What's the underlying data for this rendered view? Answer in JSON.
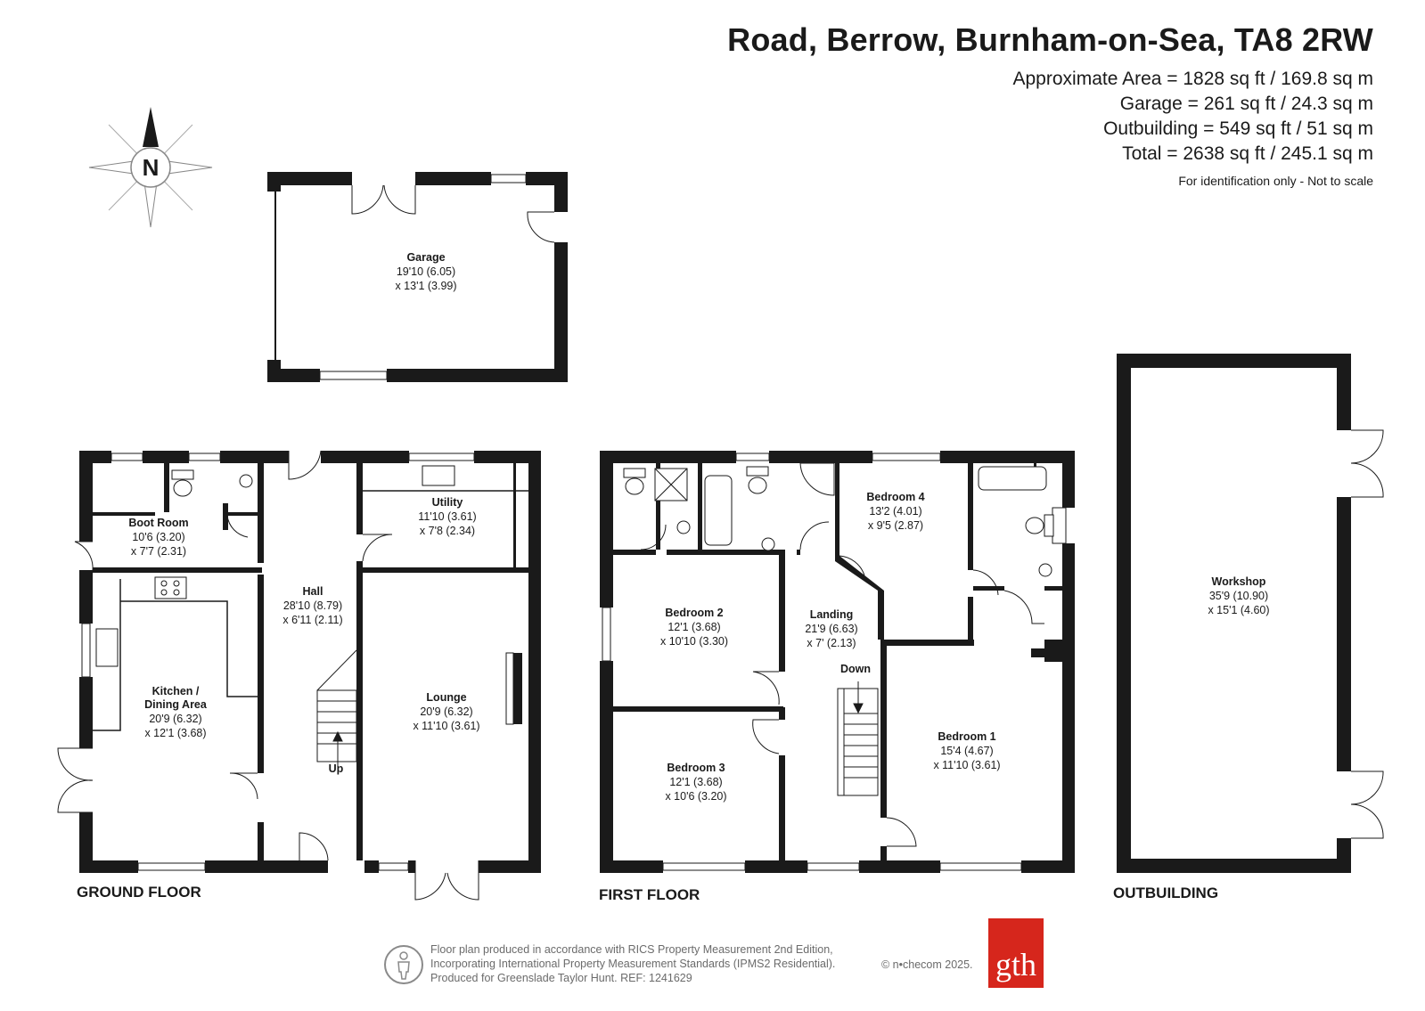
{
  "header": {
    "address": "Road, Berrow, Burnham-on-Sea, TA8 2RW",
    "areas": [
      "Approximate Area = 1828 sq ft / 169.8 sq m",
      "Garage = 261 sq ft / 24.3 sq m",
      "Outbuilding = 549 sq ft / 51 sq m",
      "Total = 2638 sq ft / 245.1 sq m"
    ],
    "note": "For identification only - Not to scale"
  },
  "compass": {
    "label": "N"
  },
  "floors": {
    "ground": "GROUND FLOOR",
    "first": "FIRST FLOOR",
    "outbuilding": "OUTBUILDING"
  },
  "rooms": {
    "garage": {
      "name": "Garage",
      "dim1": "19'10 (6.05)",
      "dim2": "x 13'1 (3.99)"
    },
    "boot_room": {
      "name": "Boot Room",
      "dim1": "10'6 (3.20)",
      "dim2": "x 7'7 (2.31)"
    },
    "hall": {
      "name": "Hall",
      "dim1": "28'10 (8.79)",
      "dim2": "x 6'11 (2.11)"
    },
    "utility": {
      "name": "Utility",
      "dim1": "11'10 (3.61)",
      "dim2": "x 7'8 (2.34)"
    },
    "kitchen": {
      "name1": "Kitchen /",
      "name2": "Dining Area",
      "dim1": "20'9 (6.32)",
      "dim2": "x 12'1 (3.68)"
    },
    "lounge": {
      "name": "Lounge",
      "dim1": "20'9 (6.32)",
      "dim2": "x 11'10 (3.61)"
    },
    "bedroom4": {
      "name": "Bedroom 4",
      "dim1": "13'2 (4.01)",
      "dim2": "x 9'5 (2.87)"
    },
    "bedroom2": {
      "name": "Bedroom 2",
      "dim1": "12'1 (3.68)",
      "dim2": "x 10'10 (3.30)"
    },
    "landing": {
      "name": "Landing",
      "dim1": "21'9 (6.63)",
      "dim2": "x 7' (2.13)"
    },
    "bedroom1": {
      "name": "Bedroom 1",
      "dim1": "15'4 (4.67)",
      "dim2": "x 11'10 (3.61)"
    },
    "bedroom3": {
      "name": "Bedroom 3",
      "dim1": "12'1 (3.68)",
      "dim2": "x 10'6 (3.20)"
    },
    "workshop": {
      "name": "Workshop",
      "dim1": "35'9 (10.90)",
      "dim2": "x 15'1 (4.60)"
    }
  },
  "stairs": {
    "up": "Up",
    "down": "Down"
  },
  "footer": {
    "lines": [
      "Floor plan produced in accordance with RICS Property Measurement 2nd Edition,",
      "Incorporating International Property Measurement Standards (IPMS2 Residential).",
      "Produced for Greenslade Taylor Hunt.   REF:  1241629"
    ],
    "copyright": "© n•checom 2025.",
    "logo": "gth"
  }
}
